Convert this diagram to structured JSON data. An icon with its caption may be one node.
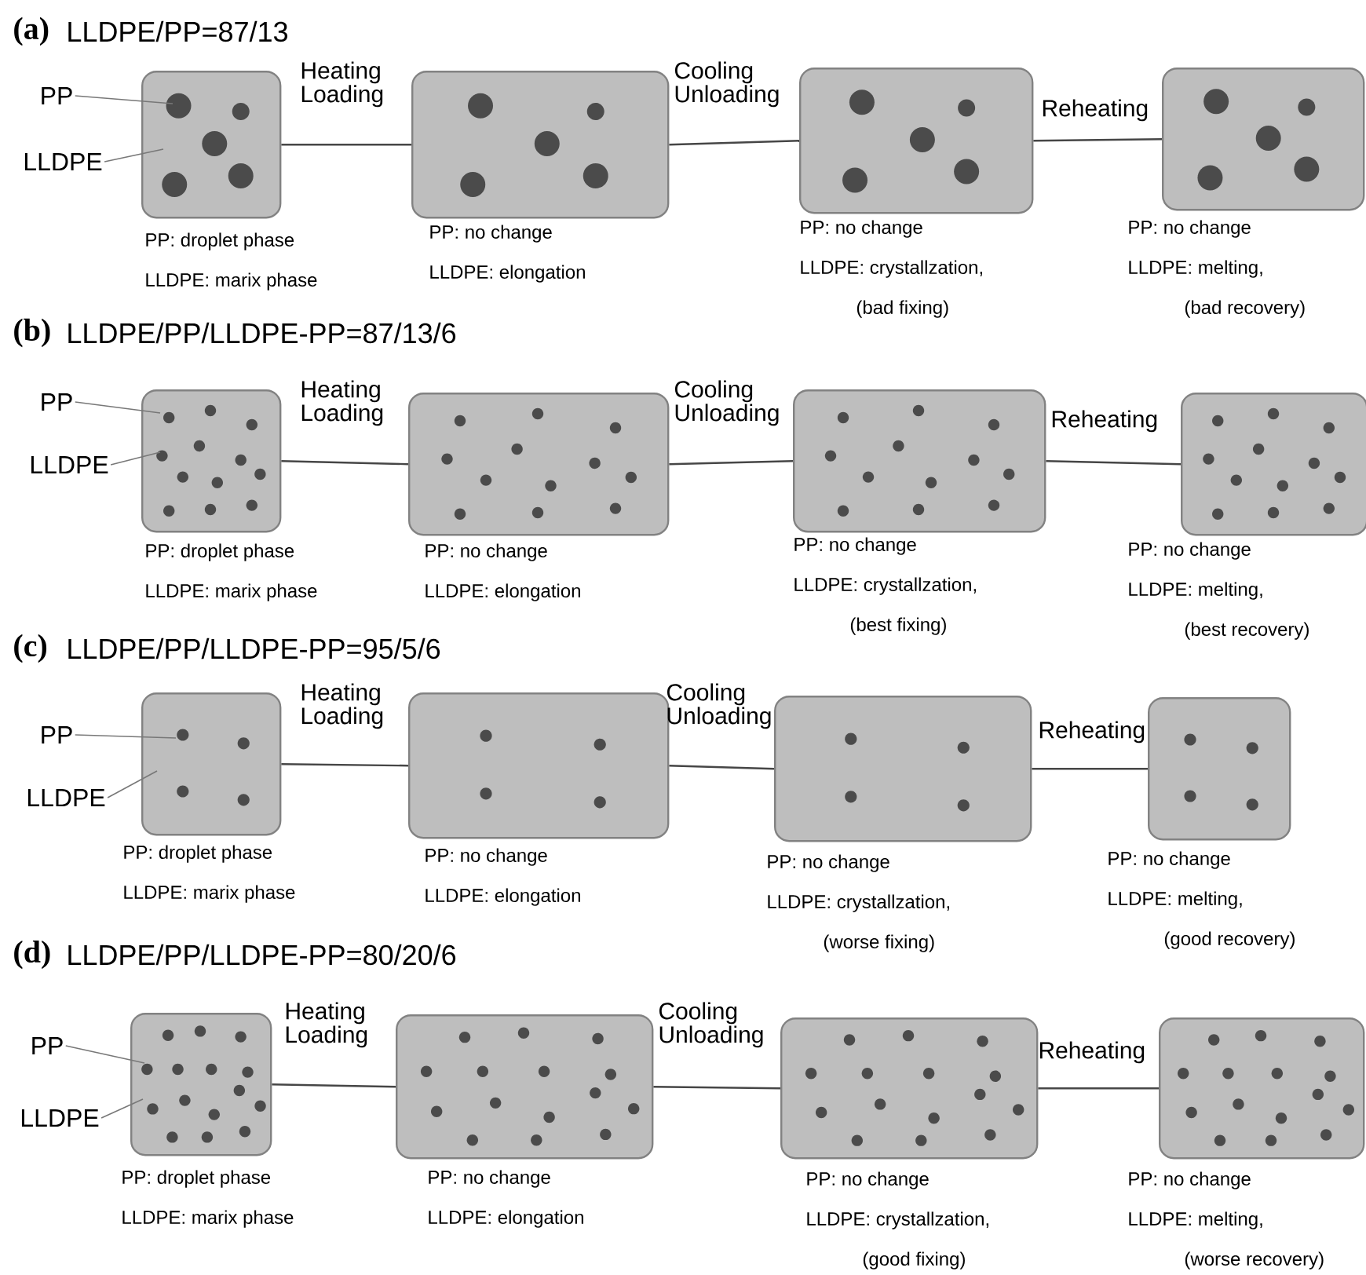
{
  "diagram": {
    "nodes": [
      {
        "text": [
          "PP"
        ]
      },
      {
        "text": [
          "LLDPE"
        ]
      },
      {
        "text": [],
        "shape": "box",
        "beside": [
          "PP: droplet phase",
          "LLDPE: marix phase"
        ]
      },
      {
        "text": [],
        "shape": "box",
        "beside": [
          "PP: no change",
          "LLDPE: elongation"
        ]
      },
      {
        "text": [],
        "shape": "box",
        "beside": [
          "PP: no change",
          "LLDPE: crystallzation,",
          "(bad fixing)"
        ]
      },
      {
        "text": [],
        "shape": "box",
        "beside": [
          "PP: no change",
          "LLDPE: melting,",
          "(bad recovery)"
        ]
      },
      {
        "text": [
          "PP"
        ]
      },
      {
        "text": [
          "LLDPE"
        ]
      },
      {
        "text": [],
        "shape": "box",
        "beside": [
          "PP: droplet phase",
          "LLDPE: marix phase"
        ]
      },
      {
        "text": [],
        "shape": "box",
        "beside": [
          "PP: no change",
          "LLDPE: elongation"
        ]
      },
      {
        "text": [],
        "shape": "box",
        "beside": [
          "PP: no change",
          "LLDPE: crystallzation,",
          "(best fixing)"
        ]
      },
      {
        "text": [],
        "shape": "box",
        "beside": [
          "PP: no change",
          "LLDPE: melting,",
          "(best recovery)"
        ]
      },
      {
        "text": [
          "PP"
        ]
      },
      {
        "text": [
          "LLDPE"
        ]
      },
      {
        "text": [],
        "shape": "box",
        "beside": [
          "PP: droplet phase",
          "LLDPE: marix phase"
        ]
      },
      {
        "text": [],
        "shape": "box",
        "beside": [
          "PP: no change",
          "LLDPE: elongation"
        ]
      },
      {
        "text": [],
        "shape": "box",
        "beside": [
          "PP: no change",
          "LLDPE: crystallzation,",
          "(worse fixing)"
        ]
      },
      {
        "text": [],
        "shape": "box",
        "beside": [
          "PP: no change",
          "LLDPE: melting,",
          "(good recovery)"
        ]
      },
      {
        "text": [
          "PP"
        ]
      },
      {
        "text": [
          "LLDPE"
        ]
      },
      {
        "text": [],
        "shape": "box",
        "beside": [
          "PP: droplet phase",
          "LLDPE: marix phase"
        ]
      },
      {
        "text": [],
        "shape": "box",
        "beside": [
          "PP: no change",
          "LLDPE: elongation"
        ]
      },
      {
        "text": [],
        "shape": "box",
        "beside": [
          "PP: no change",
          "LLDPE: crystallzation,",
          "(good fixing)"
        ]
      },
      {
        "text": [],
        "shape": "box",
        "beside": [
          "PP: no change",
          "LLDPE: melting,",
          "(worse recovery)"
        ]
      }
    ],
    "edges": [
      {
        "from": 0,
        "to": 2,
        "arrow": "none"
      },
      {
        "from": 1,
        "to": 2,
        "arrow": "none"
      },
      {
        "from": 2,
        "to": 3,
        "arrow": "none",
        "label": "Heating Loading"
      },
      {
        "from": 3,
        "to": 4,
        "arrow": "none",
        "label": "Cooling Unloading"
      },
      {
        "from": 4,
        "to": 5,
        "arrow": "none",
        "label": "Reheating"
      },
      {
        "from": 6,
        "to": 8,
        "arrow": "none"
      },
      {
        "from": 7,
        "to": 8,
        "arrow": "none"
      },
      {
        "from": 8,
        "to": 9,
        "arrow": "none",
        "label": "Heating Loading"
      },
      {
        "from": 9,
        "to": 10,
        "arrow": "none",
        "label": "Cooling Unloading"
      },
      {
        "from": 10,
        "to": 11,
        "arrow": "none",
        "label": "Reheating"
      },
      {
        "from": 12,
        "to": 14,
        "arrow": "none"
      },
      {
        "from": 13,
        "to": 14,
        "arrow": "none"
      },
      {
        "from": 14,
        "to": 15,
        "arrow": "none",
        "label": "Heating Loading"
      },
      {
        "from": 15,
        "to": 16,
        "arrow": "none",
        "label": "Cooling Unloading"
      },
      {
        "from": 16,
        "to": 17,
        "arrow": "none",
        "label": "Reheating"
      },
      {
        "from": 18,
        "to": 20,
        "arrow": "none"
      },
      {
        "from": 19,
        "to": 20,
        "arrow": "none"
      },
      {
        "from": 20,
        "to": 21,
        "arrow": "none",
        "label": "Heating Loading"
      },
      {
        "from": 21,
        "to": 22,
        "arrow": "none",
        "label": "Cooling Unloading"
      },
      {
        "from": 22,
        "to": 23,
        "arrow": "none",
        "label": "Reheating"
      }
    ],
    "labels": [
      "(a)",
      "LLDPE/PP=87/13",
      "(b)",
      "LLDPE/PP/LLDPE-PP=87/13/6",
      "(c)",
      "LLDPE/PP/LLDPE-PP=95/5/6",
      "(d)",
      "LLDPE/PP/LLDPE-PP=80/20/6"
    ]
  }
}
